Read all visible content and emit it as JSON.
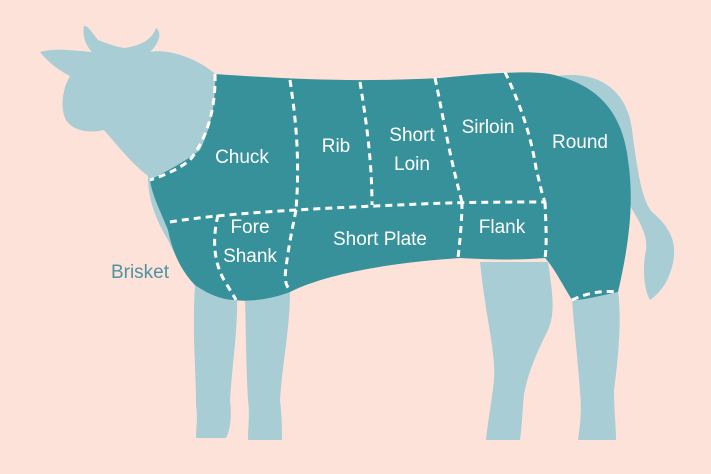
{
  "colors": {
    "background": "#fde2da",
    "cow_body": "#a8cdd4",
    "cut_fill": "#37919a",
    "divider": "#ffffff",
    "external_label": "#4f93a0"
  },
  "cuts": {
    "chuck": "Chuck",
    "rib": "Rib",
    "short_loin_1": "Short",
    "short_loin_2": "Loin",
    "sirloin": "Sirloin",
    "round": "Round",
    "fore_shank_1": "Fore",
    "fore_shank_2": "Shank",
    "short_plate": "Short Plate",
    "flank": "Flank"
  },
  "external": {
    "brisket": "Brisket"
  }
}
